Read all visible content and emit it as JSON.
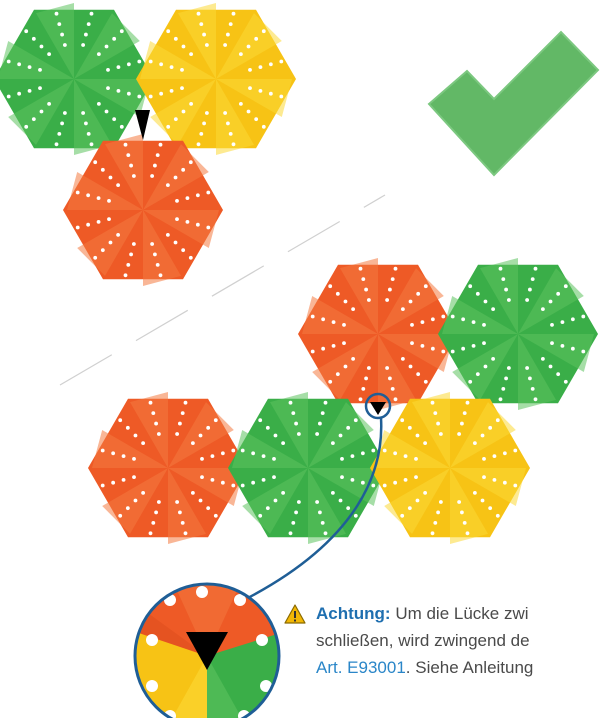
{
  "colors": {
    "green": "#3aae48",
    "green_light": "#5cc25f",
    "yellow": "#f7c315",
    "yellow_light": "#fcd936",
    "orange": "#ee5a26",
    "orange_light": "#f47a3f",
    "checkmark": "#6fbf73",
    "accent_blue": "#1f6fb0",
    "link_blue": "#2a86c8",
    "warning_yellow": "#f2b705"
  },
  "status": {
    "top_arrangement": "checkmark-icon"
  },
  "note": {
    "lead": "Achtung:",
    "line1_rest": " Um die Lücke zwi",
    "line2": "schließen, wird zwingend de",
    "link": "Art. E93001",
    "line3_rest": ". Siehe Anleitung"
  }
}
